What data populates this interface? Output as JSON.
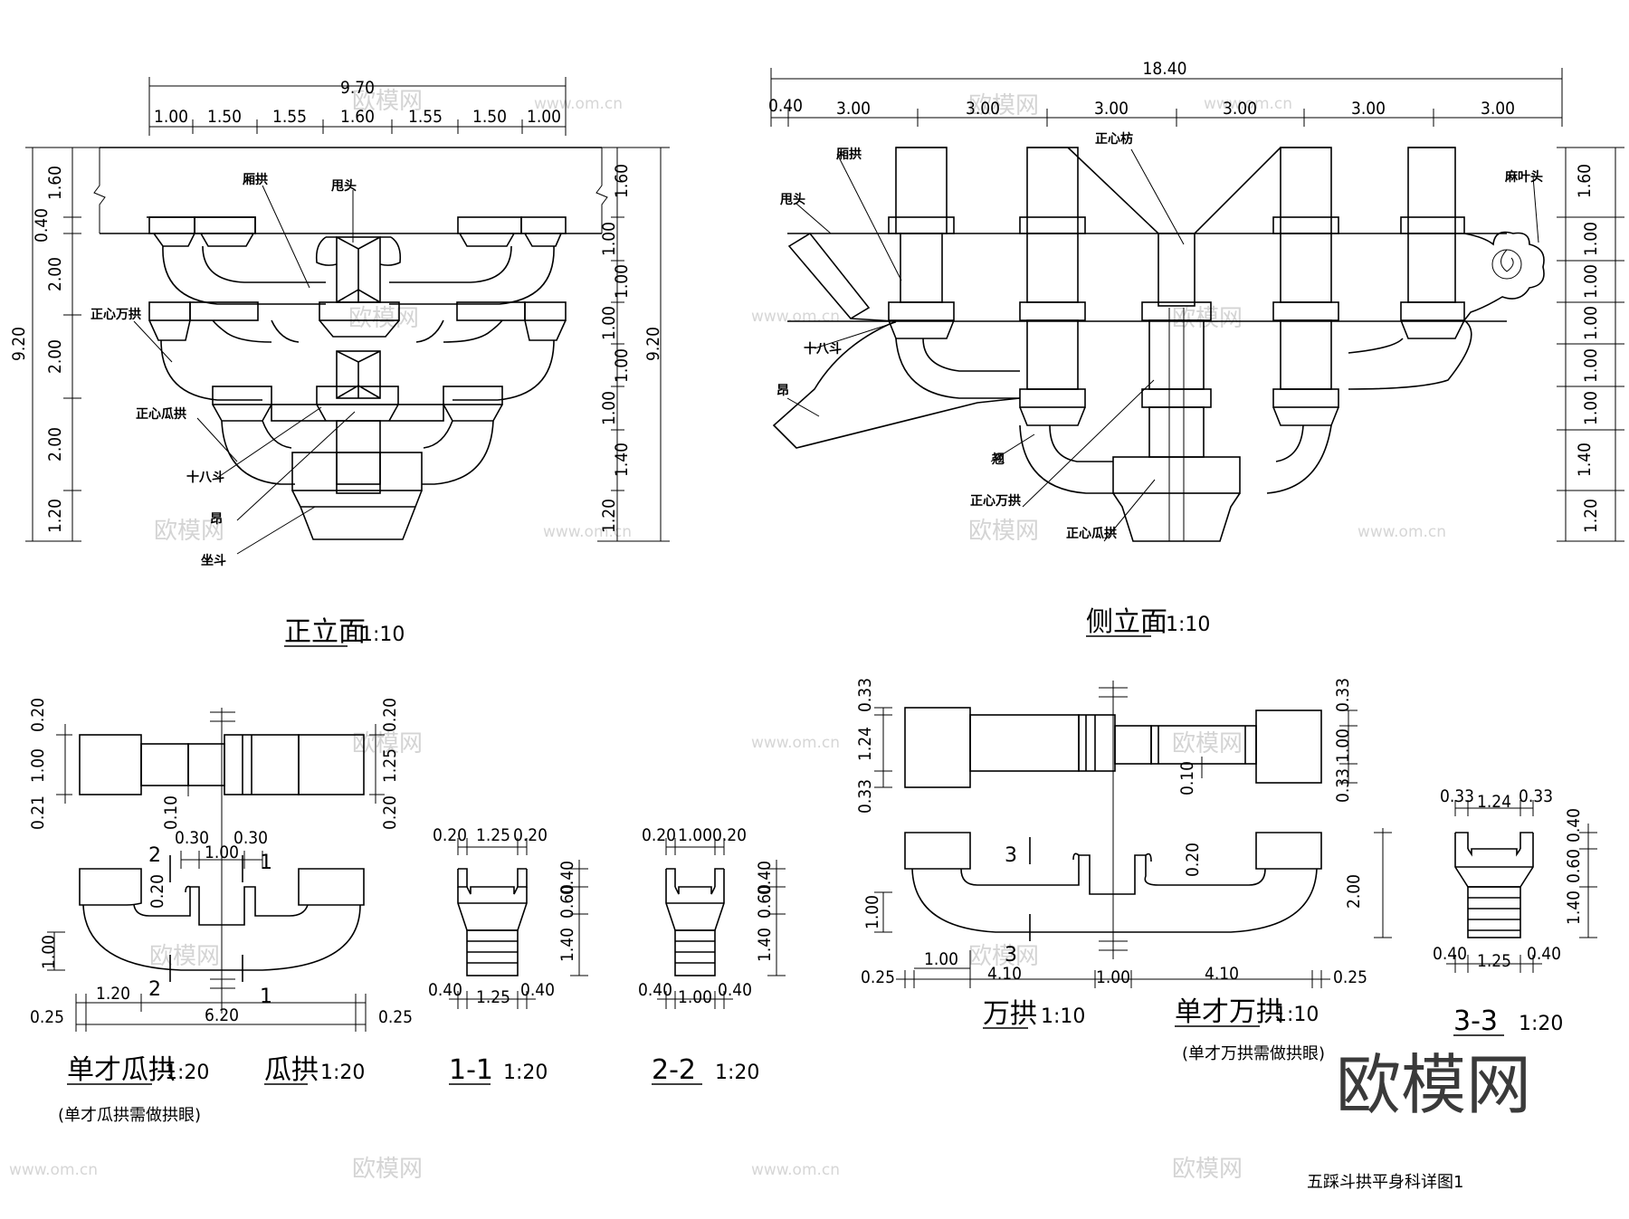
{
  "sheet_title": "五踩斗拱平身科详图1",
  "watermark": {
    "brand": "欧模网",
    "url": "www.om.cn"
  },
  "front_elevation": {
    "title": "正立面",
    "scale": "1:10",
    "total_width": "9.70",
    "widths": [
      "1.00",
      "1.50",
      "1.55",
      "1.60",
      "1.55",
      "1.50",
      "1.00"
    ],
    "left_heights": [
      "1.60",
      "0.40",
      "2.00",
      "2.00",
      "2.00",
      "1.20"
    ],
    "left_total": "9.20",
    "right_heights": [
      "1.60",
      "1.00",
      "1.00",
      "1.00",
      "1.00",
      "1.00",
      "1.40",
      "1.20"
    ],
    "right_total": "9.20",
    "labels": {
      "xiang_gong": "厢拱",
      "shuai_tou": "甩头",
      "zhengxin_wangong": "正心万拱",
      "zhengxin_guagong": "正心瓜拱",
      "shiba_dou": "十八斗",
      "ang": "昂",
      "zuo_dou": "坐斗"
    }
  },
  "side_elevation": {
    "title": "侧立面",
    "scale": "1:10",
    "total_width": "18.40",
    "widths": [
      "0.40",
      "3.00",
      "3.00",
      "3.00",
      "3.00",
      "3.00",
      "3.00"
    ],
    "right_heights": [
      "1.60",
      "1.00",
      "1.00",
      "1.00",
      "1.00",
      "1.00",
      "1.40",
      "1.20"
    ],
    "labels": {
      "xiang_gong": "厢拱",
      "shuai_tou": "甩头",
      "zhengxin_fang": "正心枋",
      "mayetou": "麻叶头",
      "shiba_dou": "十八斗",
      "ang": "昂",
      "qiao": "翘",
      "zhengxin_wangong": "正心万拱",
      "zhengxin_guagong": "正心瓜拱"
    }
  },
  "guagong": {
    "title_a": "单才瓜拱",
    "scale_a": "1:20",
    "title_b": "瓜拱",
    "scale_b": "1:20",
    "note": "(单才瓜拱需做拱眼)",
    "dims": {
      "d020a": "0.20",
      "d100": "1.00",
      "d021": "0.21",
      "d010": "0.10",
      "d020b": "0.20",
      "d125": "1.25",
      "d020c": "0.20",
      "d030a": "0.30",
      "d030b": "0.30",
      "d100b": "1.00",
      "d020d": "0.20",
      "d100c": "1.00",
      "d120": "1.20",
      "d025a": "0.25",
      "d620": "6.20",
      "d025b": "0.25"
    },
    "sec": {
      "a": "2",
      "b": "1",
      "c": "2",
      "d": "1"
    }
  },
  "section_1_1": {
    "title": "1-1",
    "scale": "1:20",
    "top": [
      "0.20",
      "1.25",
      "0.20"
    ],
    "bottom": [
      "0.40",
      "1.25",
      "0.40"
    ],
    "heights": [
      "0.40",
      "0.60",
      "1.40"
    ]
  },
  "section_2_2": {
    "title": "2-2",
    "scale": "1:20",
    "top": [
      "0.20",
      "1.00",
      "0.20"
    ],
    "bottom": [
      "0.40",
      "1.00",
      "0.40"
    ],
    "heights": [
      "0.40",
      "0.60",
      "1.40"
    ]
  },
  "wangong": {
    "title_a": "万拱",
    "scale_a": "1:10",
    "title_b": "单才万拱",
    "scale_b": "1:10",
    "note": "(单才万拱需做拱眼)",
    "dims": {
      "l033a": "0.33",
      "l124": "1.24",
      "l033b": "0.33",
      "r033a": "0.33",
      "r100": "1.00",
      "r033b": "0.33",
      "d010": "0.10",
      "d020": "0.20",
      "d100": "1.00",
      "d025a": "0.25",
      "d100b": "1.00",
      "d410a": "4.10",
      "d100c": "1.00",
      "d410b": "4.10",
      "d025b": "0.25"
    },
    "sec": {
      "a": "3",
      "b": "3"
    }
  },
  "section_3_3": {
    "title": "3-3",
    "scale": "1:20",
    "top": [
      "0.33",
      "1.24",
      "0.33"
    ],
    "bottom": [
      "0.40",
      "1.25",
      "0.40"
    ],
    "heights": [
      "0.40",
      "0.60",
      "1.40"
    ],
    "left_height": "2.00"
  }
}
